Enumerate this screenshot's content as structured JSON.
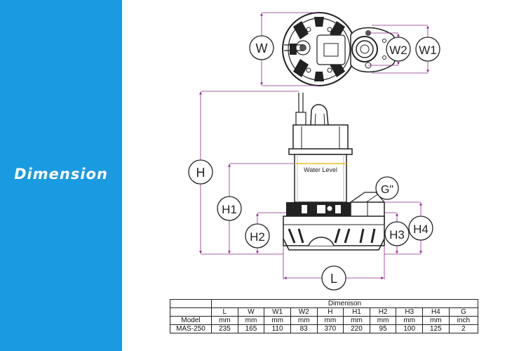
{
  "sidebar": {
    "title": "Dimension"
  },
  "drawing": {
    "labels": {
      "W": "W",
      "W1": "W1",
      "W2": "W2",
      "H": "H",
      "H1": "H1",
      "H2": "H2",
      "H3": "H3",
      "H4": "H4",
      "L": "L",
      "G": "G\""
    },
    "water_level": "Water Level"
  },
  "table": {
    "title": "Dimenison",
    "headers": [
      "L",
      "W",
      "W1",
      "W2",
      "H",
      "H1",
      "H2",
      "H3",
      "H4",
      "G"
    ],
    "model_label": "Model",
    "units": [
      "mm",
      "mm",
      "mm",
      "mm",
      "mm",
      "mm",
      "mm",
      "mm",
      "mm",
      "inch"
    ],
    "rows": [
      {
        "model": "MAS-250",
        "values": [
          "235",
          "165",
          "110",
          "83",
          "370",
          "220",
          "95",
          "100",
          "125",
          "2"
        ]
      }
    ]
  },
  "colors": {
    "sidebar": "#1a9ae0",
    "water_level_line": "#e8c020",
    "dimension_line": "#8a2a8a"
  }
}
